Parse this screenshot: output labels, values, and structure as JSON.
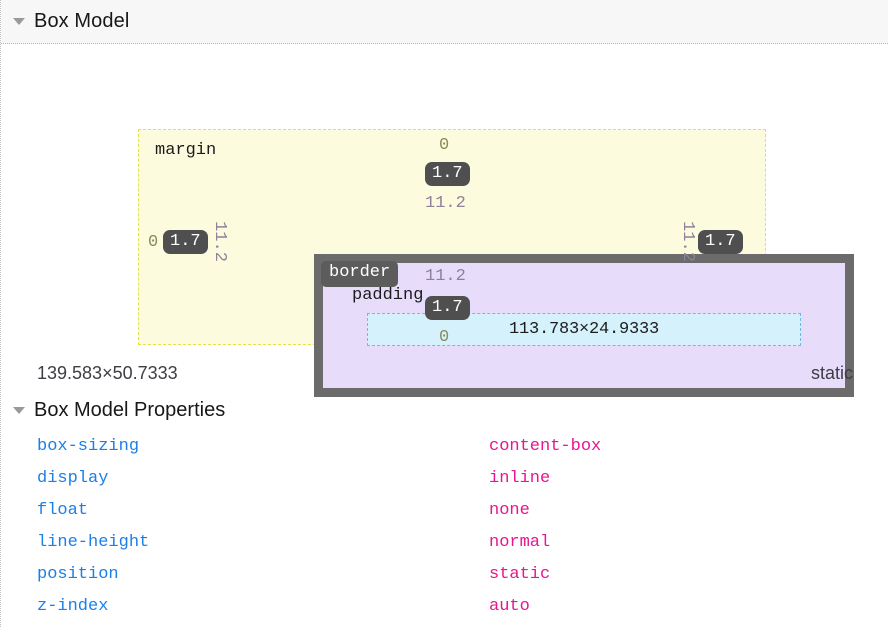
{
  "panel": {
    "title": "Box Model",
    "twisty_icon": "chevron-down-icon"
  },
  "box_model": {
    "labels": {
      "margin": "margin",
      "border": "border",
      "padding": "padding"
    },
    "content_size": "113.783×24.9333",
    "margin_values": {
      "top": "0",
      "right": "0",
      "bottom": "0",
      "left": "0"
    },
    "border_values": {
      "top": "1.7",
      "right": "1.7",
      "bottom": "1.7",
      "left": "1.7"
    },
    "padding_values": {
      "top": "11.2",
      "right": "11.2",
      "bottom": "11.2",
      "left": "11.2"
    },
    "colors": {
      "margin_fill": "#fcfbdd",
      "margin_stroke": "#e3e34a",
      "border_fill": "#6b6b6b",
      "padding_fill": "#e7ddfb",
      "content_fill": "#d5f1fb",
      "content_stroke": "#73b8e0",
      "badge_bg": "#4f4f4f"
    }
  },
  "summary": {
    "dimensions": "139.583×50.7333",
    "position": "static"
  },
  "properties_section": {
    "title": "Box Model Properties",
    "twisty_icon": "chevron-down-icon",
    "rows": [
      {
        "name": "box-sizing",
        "value": "content-box"
      },
      {
        "name": "display",
        "value": "inline"
      },
      {
        "name": "float",
        "value": "none"
      },
      {
        "name": "line-height",
        "value": "normal"
      },
      {
        "name": "position",
        "value": "static"
      },
      {
        "name": "z-index",
        "value": "auto"
      }
    ],
    "colors": {
      "property_name": "#1b7fe8",
      "property_value": "#e8168f"
    }
  }
}
